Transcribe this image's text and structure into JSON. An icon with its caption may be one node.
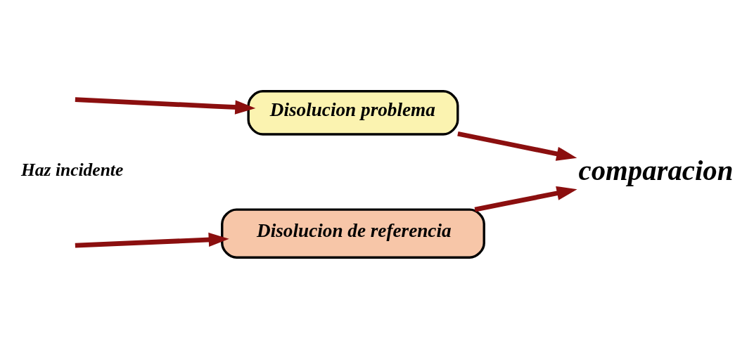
{
  "diagram": {
    "nodes": [
      {
        "text": [
          "Disolucion problema"
        ]
      },
      {
        "text": [
          "Disolucion de referencia"
        ]
      },
      {
        "text": [
          "comparacion"
        ]
      }
    ],
    "edges": [
      {
        "from": null,
        "to": 0,
        "arrow": "to"
      },
      {
        "from": null,
        "to": 1,
        "arrow": "to"
      },
      {
        "from": 0,
        "to": 2,
        "arrow": "to"
      },
      {
        "from": 1,
        "to": 2,
        "arrow": "to"
      }
    ],
    "labels": [
      "Haz incidente"
    ]
  }
}
